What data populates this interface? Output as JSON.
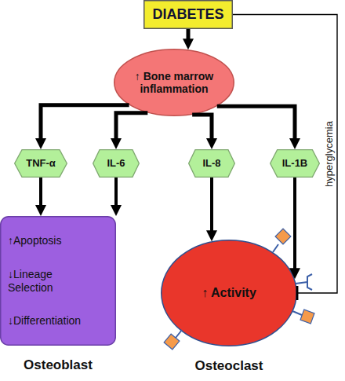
{
  "diagram": {
    "nodes": [
      {
        "text": [
          "DIABETES"
        ]
      },
      {
        "text": [
          "↑ Bone marrow inflammation"
        ]
      },
      {
        "text": [
          "TNF-α"
        ]
      },
      {
        "text": [
          "IL-6"
        ]
      },
      {
        "text": [
          "IL-8"
        ]
      },
      {
        "text": [
          "IL-1B"
        ]
      },
      {
        "text": [
          "↑Apoptosis",
          "↓Lineage Selection",
          "↓Differentiation",
          "Osteoblast"
        ]
      },
      {
        "text": [
          "↑ Activity",
          "Osteoclast"
        ]
      }
    ],
    "edges": [
      {
        "from": 0,
        "to": 1,
        "arrow": "to"
      },
      {
        "from": 1,
        "to": 2,
        "arrow": "to"
      },
      {
        "from": 1,
        "to": 3,
        "arrow": "to"
      },
      {
        "from": 1,
        "to": 4,
        "arrow": "to"
      },
      {
        "from": 1,
        "to": 5,
        "arrow": "to"
      },
      {
        "from": 2,
        "to": 6,
        "arrow": "to"
      },
      {
        "from": 3,
        "to": 6,
        "arrow": "to"
      },
      {
        "from": 4,
        "to": 7,
        "arrow": "to"
      },
      {
        "from": 5,
        "to": 7,
        "arrow": "to"
      },
      {
        "from": 0,
        "to": 7,
        "label": "hyperglycemia",
        "arrow": "to"
      }
    ]
  }
}
